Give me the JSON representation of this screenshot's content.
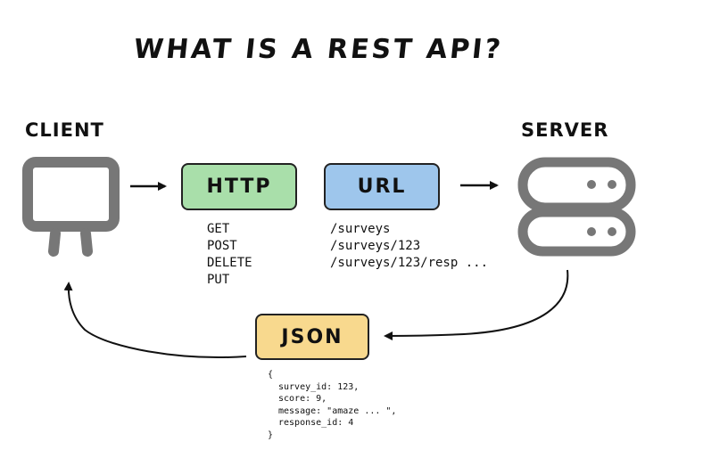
{
  "title": "WHAT IS A REST API?",
  "client": {
    "label": "CLIENT",
    "icon": "monitor-icon"
  },
  "server": {
    "label": "SERVER",
    "icon": "server-icon"
  },
  "http": {
    "label": "HTTP",
    "color": "#a9dfaa",
    "methods": [
      "GET",
      "POST",
      "DELETE",
      "PUT"
    ]
  },
  "url": {
    "label": "URL",
    "color": "#9ec6ec",
    "paths": [
      "/surveys",
      "/surveys/123",
      "/surveys/123/resp ..."
    ]
  },
  "json": {
    "label": "JSON",
    "color": "#f8d98e",
    "open": "{",
    "fields": [
      "survey_id: 123,",
      "score: 9,",
      "message: \"amaze ... \",",
      "response_id: 4"
    ],
    "close": "}"
  },
  "colors": {
    "icon_gray": "#777777",
    "ink": "#111111"
  }
}
